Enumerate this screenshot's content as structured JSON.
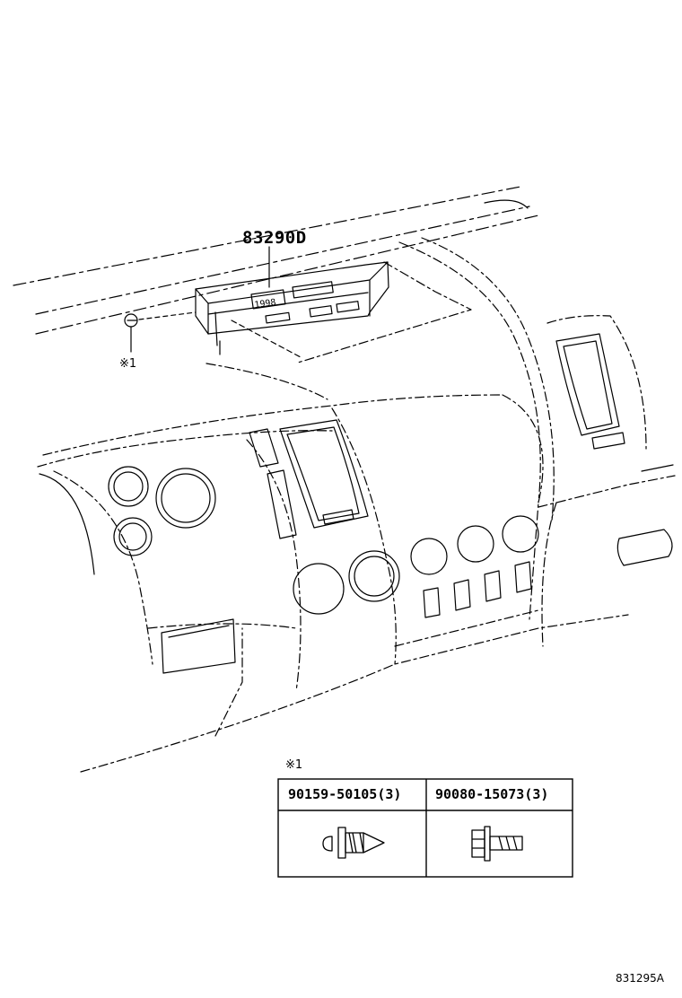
{
  "callouts": {
    "main_part": "83290D",
    "screw_ref": "※1",
    "table_ref": "※1"
  },
  "fastener_table": {
    "columns": [
      {
        "part_number": "90159-50105",
        "qty": "(3)",
        "icon": "tapping-screw-icon"
      },
      {
        "part_number": "90080-15073",
        "qty": "(3)",
        "icon": "hex-flange-bolt-icon"
      }
    ]
  },
  "diagram_id": "831295A",
  "colors": {
    "ink": "#000000",
    "paper": "#ffffff"
  }
}
